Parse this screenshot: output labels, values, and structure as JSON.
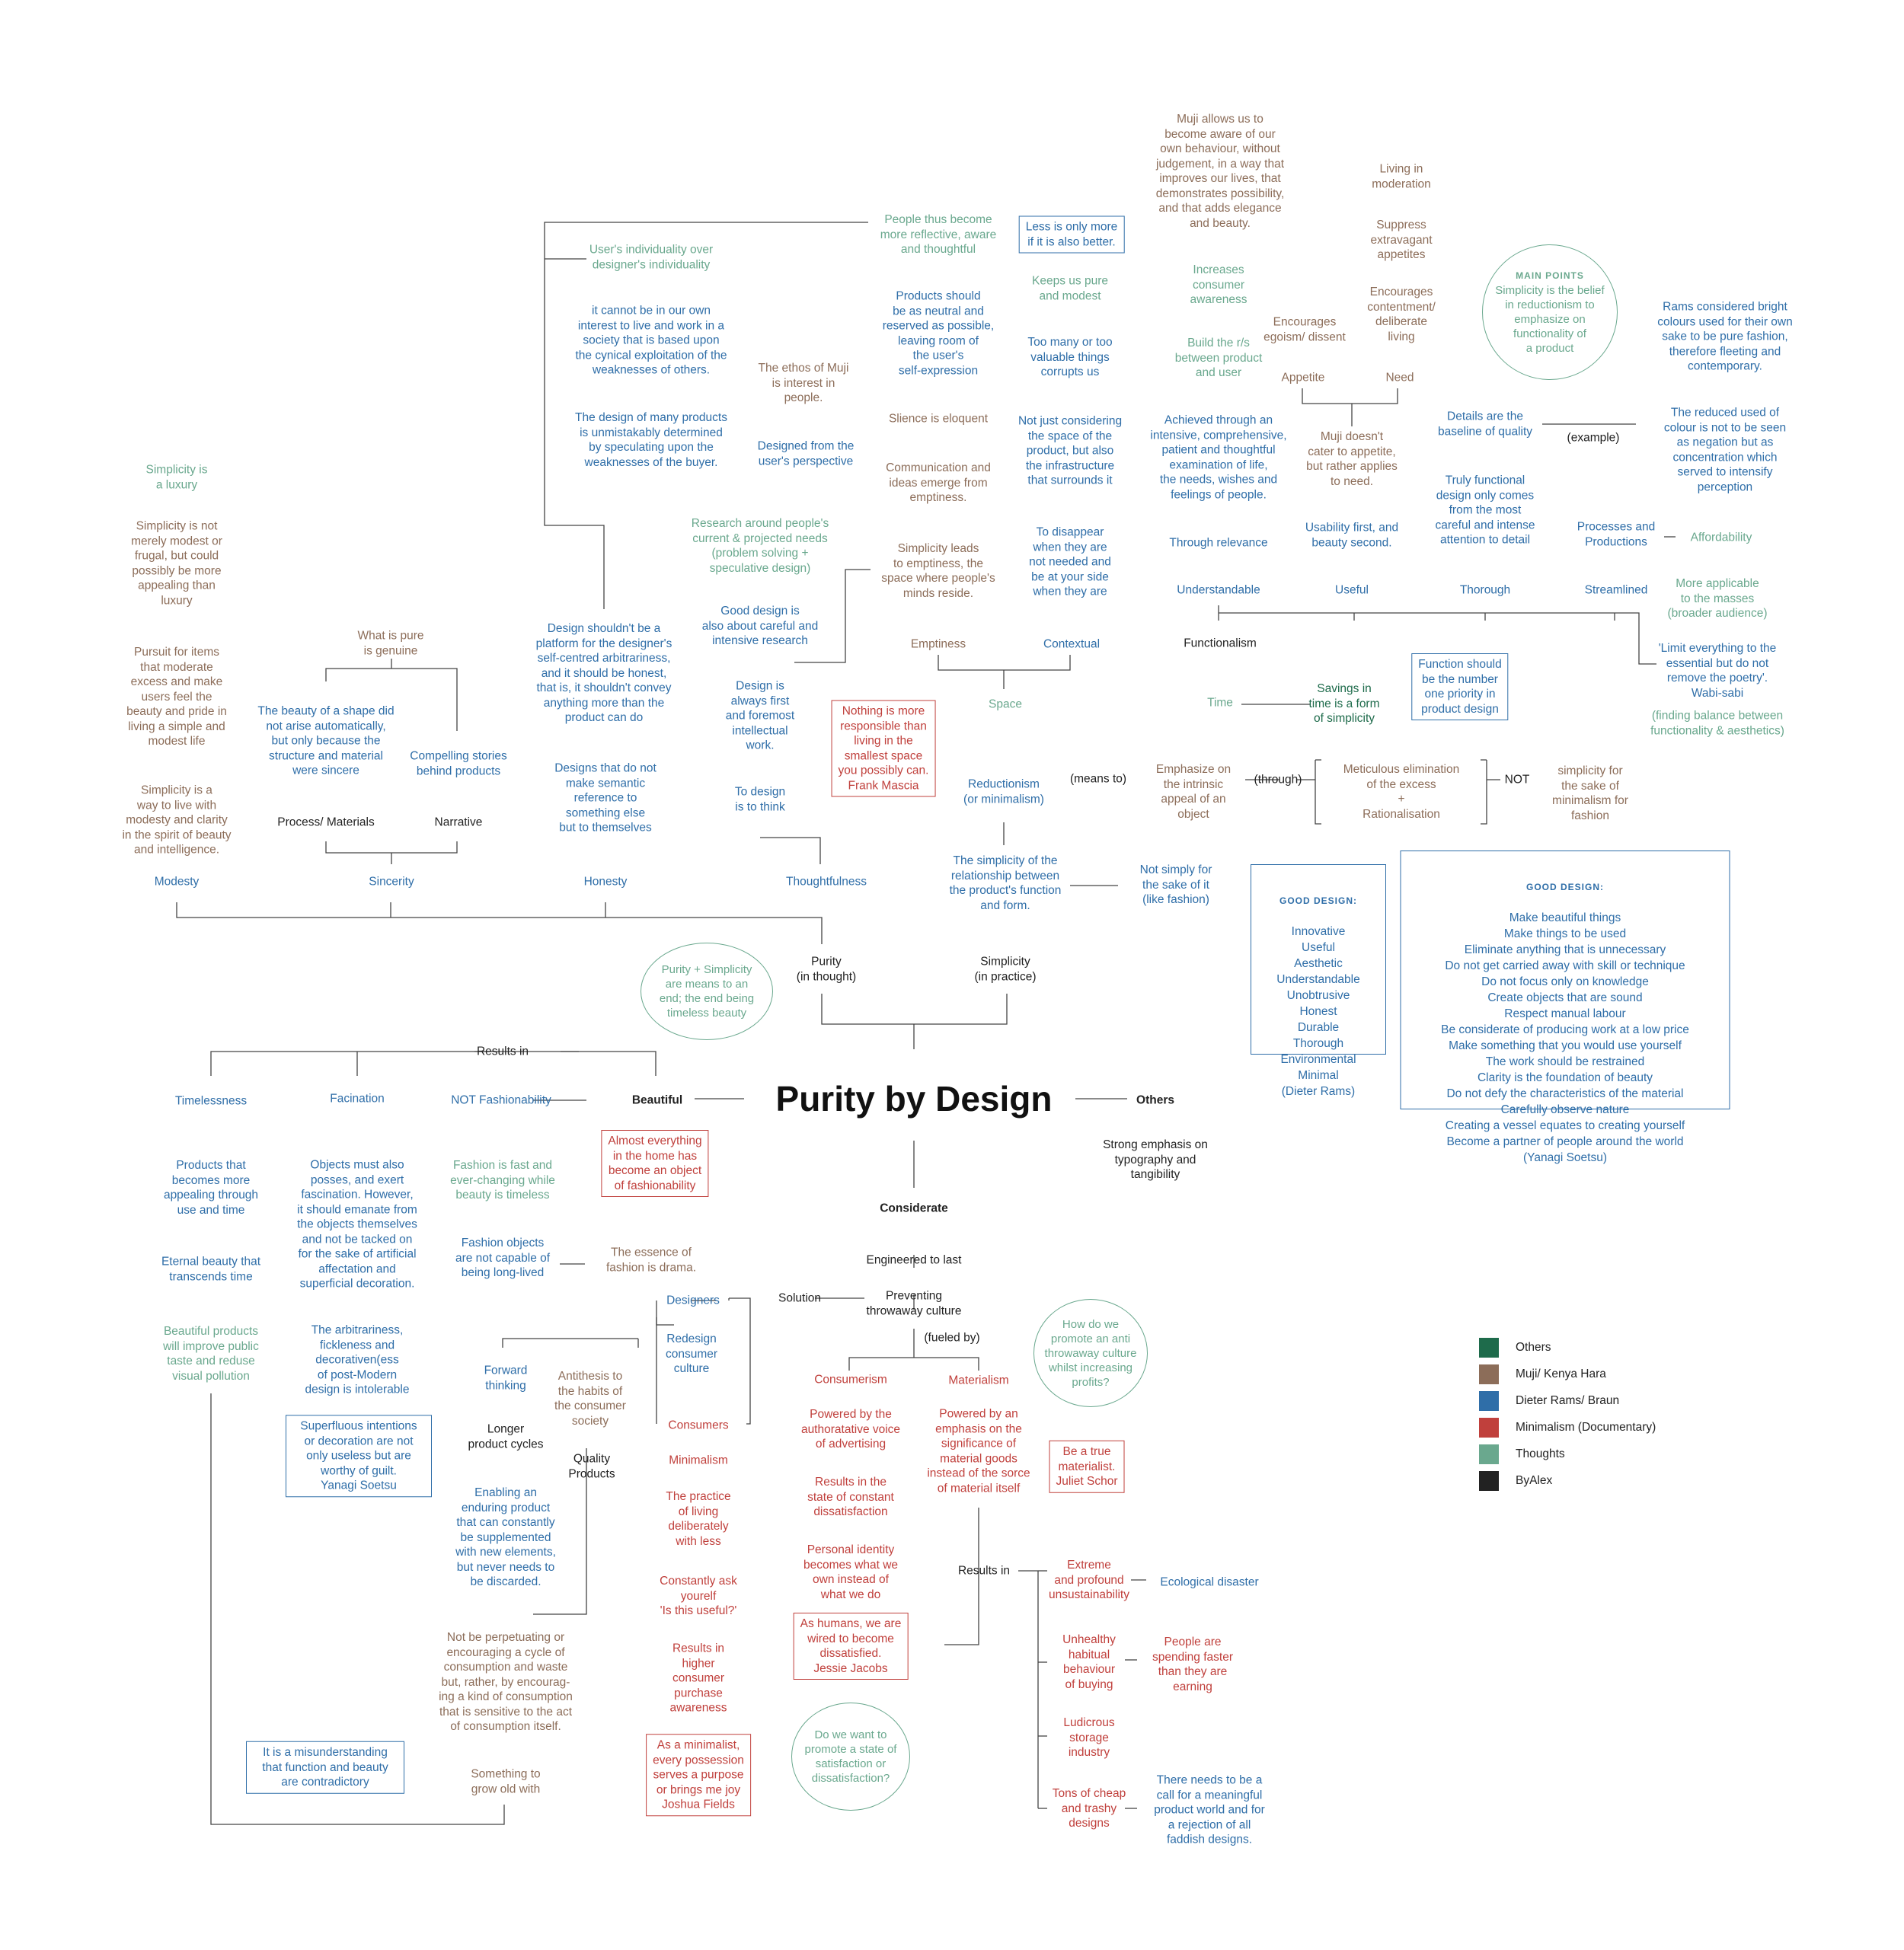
{
  "title": "Purity by Design",
  "colors": {
    "Others": "#1e6b4b",
    "Muji": "#8c6d59",
    "Rams": "#2f6ea8",
    "Minimalism": "#c0403c",
    "Thoughts": "#6aa88e",
    "ByAlex": "#222222"
  },
  "legend": [
    {
      "label": "Others",
      "color": "#1e6b4b"
    },
    {
      "label": "Muji/ Kenya Hara",
      "color": "#8c6d59"
    },
    {
      "label": "Dieter Rams/ Braun",
      "color": "#2f6ea8"
    },
    {
      "label": "Minimalism (Documentary)",
      "color": "#c0403c"
    },
    {
      "label": "Thoughts",
      "color": "#6aa88e"
    },
    {
      "label": "ByAlex",
      "color": "#222222"
    }
  ],
  "nodes": {
    "muji_aware": "Muji allows us to\nbecome aware of our\nown behaviour, without\njudgement, in a way that\nimproves our lives, that\ndemonstrates possibility,\nand that adds elegance\nand beauty.",
    "increases_awareness": "Increases\nconsumer\nawareness",
    "build_rs": "Build the r/s\nbetween product\nand user",
    "achieved_through": "Achieved through an\nintensive, comprehensive,\npatient and thoughtful\nexamination of life,\nthe needs, wishes and\nfeelings of people.",
    "through_relevance": "Through relevance",
    "understandable": "Understandable",
    "functionalism": "Functionalism",
    "living_moderation": "Living in\nmoderation",
    "suppress": "Suppress\nextravagant\nappetites",
    "encourages_contentment": "Encourages\ncontentment/\ndeliberate\nliving",
    "encourages_egoism": "Encourages\negoism/ dissent",
    "appetite": "Appetite",
    "need": "Need",
    "muji_doesnt_cater": "Muji doesn't\ncater to appetite,\nbut rather applies\nto need.",
    "usability_first": "Usability first, and\nbeauty second.",
    "useful": "Useful",
    "main_points_head": "MAIN POINTS",
    "main_points_body": "Simplicity is the belief\nin reductionism to\nemphasize on\nfunctionality of\na product",
    "rams_bright": "Rams considered bright\ncolours used for their own\nsake to be pure fashion,\ntherefore fleeting and\ncontemporary.",
    "reduced_colour": "The reduced used of\ncolour is not to be seen\nas negation but as\nconcentration which\nserved to intensify\nperception",
    "details_baseline": "Details are the\nbaseline of quality",
    "example": "(example)",
    "truly_functional": "Truly functional\ndesign only comes\nfrom the most\ncareful and intense\nattention to detail",
    "thorough": "Thorough",
    "processes": "Processes and\nProductions",
    "affordability": "Affordability",
    "streamlined": "Streamlined",
    "more_applicable": "More applicable\nto the masses\n(broader audience)",
    "limit_everything": "'Limit everything to the\nessential but do not\nremove the poetry'.\nWabi-sabi",
    "finding_balance": "(finding balance between\nfunctionality & aesthetics)",
    "function_box": "Function should\nbe the number\none priority in\nproduct design",
    "savings_time": "Savings in\ntime is a form\nof simplicity",
    "time": "Time",
    "people_reflective": "People thus become\nmore reflective, aware\nand thoughtful",
    "less_only_more": "Less is only more\nif it is also better.",
    "keeps_pure": "Keeps us pure\nand modest",
    "too_many": "Too many or too\nvaluable things\ncorrupts us",
    "not_just_considering": "Not just considering\nthe space of the\nproduct, but also\nthe infrastructure\nthat surrounds it",
    "to_disappear": "To disappear\nwhen they are\nnot needed and\nbe at your side\nwhen they are",
    "contextual": "Contextual",
    "products_neutral": "Products should\nbe as neutral and\nreserved as possible,\nleaving room of\nthe user's\nself-expression",
    "silence_eloquent": "Slience is eloquent",
    "communication_ideas": "Communication and\nideas emerge from\nemptiness.",
    "simplicity_leads": "Simplicity leads\nto emptiness, the\nspace where people's\nminds reside.",
    "emptiness": "Emptiness",
    "space": "Space",
    "users_individuality": "User's individuality over\ndesigner's individuality",
    "not_in_interest": "it cannot be in our own\ninterest to live and work in a\nsociety that is based upon\nthe cynical exploitation of the\nweaknesses of others.",
    "design_many_products": "The design of many products\nis unmistakably determined\nby speculating upon the\nweaknesses of the buyer.",
    "ethos_muji": "The ethos of Muji\nis interest in\npeople.",
    "designed_from": "Designed from the\nuser's perspective",
    "research_around": "Research around people's\ncurrent & projected needs\n(problem solving +\nspeculative design)",
    "good_design_also": "Good design is\nalso about careful and\nintensive research",
    "design_intellectual": "Design is\nalways first\nand foremost\nintellectual\nwork.",
    "to_design_think": "To design\nis to think",
    "thoughtfulness": "Thoughtfulness",
    "nothing_responsible": "Nothing is more\nresponsible than\nliving in the\nsmallest space\nyou possibly can.\nFrank Mascia",
    "design_shouldnt": "Design shouldn't be a\nplatform for the designer's\nself-centred arbitrariness,\nand it should be honest,\nthat is, it shouldn't convey\nanything more than the\nproduct can do",
    "designs_semantic": "Designs that do not\nmake semantic\nreference to\nsomething else\nbut to themselves",
    "honesty": "Honesty",
    "what_pure": "What is pure\nis genuine",
    "beauty_shape": "The beauty of a shape did\nnot arise automatically,\nbut only because the\nstructure and material\nwere sincere",
    "compelling_stories": "Compelling stories\nbehind products",
    "process_materials": "Process/ Materials",
    "narrative": "Narrative",
    "sincerity": "Sincerity",
    "simplicity_luxury": "Simplicity is\na luxury",
    "simplicity_not_merely": "Simplicity is not\nmerely modest or\nfrugal, but could\npossibly be more\nappealing than\nluxury",
    "pursuit_items": "Pursuit for items\nthat moderate\nexcess and make\nusers feel the\nbeauty and pride in\nliving a simple and\nmodest life",
    "simplicity_way": "Simplicity is a\nway to live with\nmodesty and clarity\nin the spirit of beauty\nand intelligence.",
    "modesty": "Modesty",
    "reductionism": "Reductionism\n(or minimalism)",
    "means_to": "(means to)",
    "emphasize_intrinsic": "Emphasize on\nthe intrinsic\nappeal of an\nobject",
    "through": "(through)",
    "meticulous": "Meticulous elimination\nof the excess\n+\nRationalisation",
    "not": "NOT",
    "simplicity_sake": "simplicity for\nthe sake of\nminimalism for\nfashion",
    "simplicity_relationship": "The simplicity of the\nrelationship between\nthe product's function\nand form.",
    "not_simply_sake": "Not simply for\nthe sake of it\n(like fashion)",
    "purity": "Purity\n(in thought)",
    "simplicity": "Simplicity\n(in practice)",
    "purity_simplicity_circle": "Purity + Simplicity\nare means to an\nend; the end being\ntimeless beauty",
    "gd_rams_head": "GOOD DESIGN:",
    "gd_rams_body": "Innovative\nUseful\nAesthetic\nUnderstandable\nUnobtrusive\nHonest\nDurable\nThorough\nEnvironmental\nMinimal\n(Dieter Rams)",
    "gd_soetsu_head": "GOOD DESIGN:",
    "gd_soetsu_body": "Make beautiful things\nMake things to be used\nEliminate anything that is unnecessary\nDo not get carried away with skill or technique\nDo not focus only on knowledge\nCreate objects that are sound\nRespect manual labour\nBe considerate of producing work at a low price\nMake something that you would use yourself\nThe work should be restrained\nClarity is the foundation of beauty\nDo not defy the characteristics of the material\nCarefully observe nature\nCreating a vessel equates to creating yourself\nBecome a partner of people around the world\n(Yanagi Soetsu)",
    "results_in": "Results in",
    "timelessness": "Timelessness",
    "facination": "Facination",
    "not_fashionability": "NOT Fashionability",
    "beautiful": "Beautiful",
    "others": "Others",
    "strong_emphasis": "Strong emphasis on\ntypography and\ntangibility",
    "products_becomes": "Products that\nbecomes more\nappealing through\nuse and time",
    "eternal_beauty": "Eternal beauty that\ntranscends time",
    "beautiful_products": "Beautiful products\nwill improve public\ntaste and reduse\nvisual pollution",
    "objects_must": "Objects must also\nposses, and exert\nfascination. However,\nit should emanate from\nthe objects themselves\nand not be tacked on\nfor the sake of artificial\naffectation and\nsuperficial decoration.",
    "arbitrariness": "The arbitrariness,\nfickleness and\ndecorativen(ess\nof post-Modern\ndesign is  intolerable",
    "superfluous_box": "Superfluous intentions\nor decoration are not\nonly useless but are\nworthy of guilt.\nYanagi Soetsu",
    "fashion_fast": "Fashion is fast and\never-changing while\nbeauty is timeless",
    "fashion_objects": "Fashion objects\nare not capable of\nbeing long-lived",
    "essence_fashion": "The essence of\nfashion is drama.",
    "almost_everything": "Almost everything\nin the home has\nbecome an object\nof fashionability",
    "considerate": "Considerate",
    "engineered_last": "Engineered to last",
    "preventing": "Preventing\nthrowaway culture",
    "solution": "Solution",
    "designers": "Designers",
    "redesign_consumer": "Redesign\nconsumer\nculture",
    "forward_thinking": "Forward\nthinking",
    "antithesis": "Antithesis to\nthe habits of\nthe consumer\nsociety",
    "longer_cycles": "Longer\nproduct cycles",
    "quality_products": "Quality\nProducts",
    "enabling_enduring": "Enabling an\nenduring product\nthat can constantly\nbe supplemented\nwith new elements,\nbut never needs to\nbe discarded.",
    "not_perpetuating": "Not be perpetuating or\nencouraging a cycle of\nconsumption and waste\nbut, rather, by encourag-\ning a kind of consumption\nthat is sensitive to the act\nof consumption itself.",
    "something_grow": "Something to\ngrow old with",
    "misunderstanding_box": "It is a misunderstanding\nthat function and beauty\nare contradictory",
    "consumers": "Consumers",
    "minimalism": "Minimalism",
    "practice_living": "The practice\nof living\ndeliberately\nwith less",
    "constantly_ask": "Constantly ask\nyourelf\n'Is this useful?'",
    "results_higher": "Results in\nhigher\nconsumer\npurchase\nawareness",
    "as_minimalist": "As a minimalist,\nevery possession\nserves a purpose\nor brings me joy\nJoshua Fields",
    "fueled_by": "(fueled by)",
    "consumerism": "Consumerism",
    "materialism": "Materialism",
    "powered_advertising": "Powered by the\nauthoratative voice\nof advertising",
    "powered_emphasis": "Powered by an\nemphasis on the\nsignificance of\nmaterial goods\ninstead of the sorce\nof material itself",
    "results_dissatisfaction": "Results in the\nstate of constant\ndissatisfaction",
    "personal_identity": "Personal identity\nbecomes what we\nown instead of\nwhat we do",
    "as_humans": "As humans, we are\nwired to become\ndissatisfied.\nJessie Jacobs",
    "true_materialist": "Be a true\nmaterialist.\nJuliet Schor",
    "how_promote": "How do we\npromote an anti\nthrowaway culture\nwhilst increasing\nprofits?",
    "do_we_want": "Do we want to\npromote a state of\nsatisfaction or\ndissatisfaction?",
    "results_in_2": "Results in",
    "extreme_profound": "Extreme\nand profound\nunsustainability",
    "ecological_disaster": "Ecological disaster",
    "unhealthy_habitual": "Unhealthy\nhabitual\nbehaviour\nof buying",
    "people_spending": "People are\nspending faster\nthan they are\nearning",
    "ludicrous_storage": "Ludicrous\nstorage\nindustry",
    "tons_cheap": "Tons of cheap\nand trashy\ndesigns",
    "call_meaningful": "There needs to be a\ncall for a meaningful\nproduct world and for\na rejection of all\nfaddish designs."
  }
}
